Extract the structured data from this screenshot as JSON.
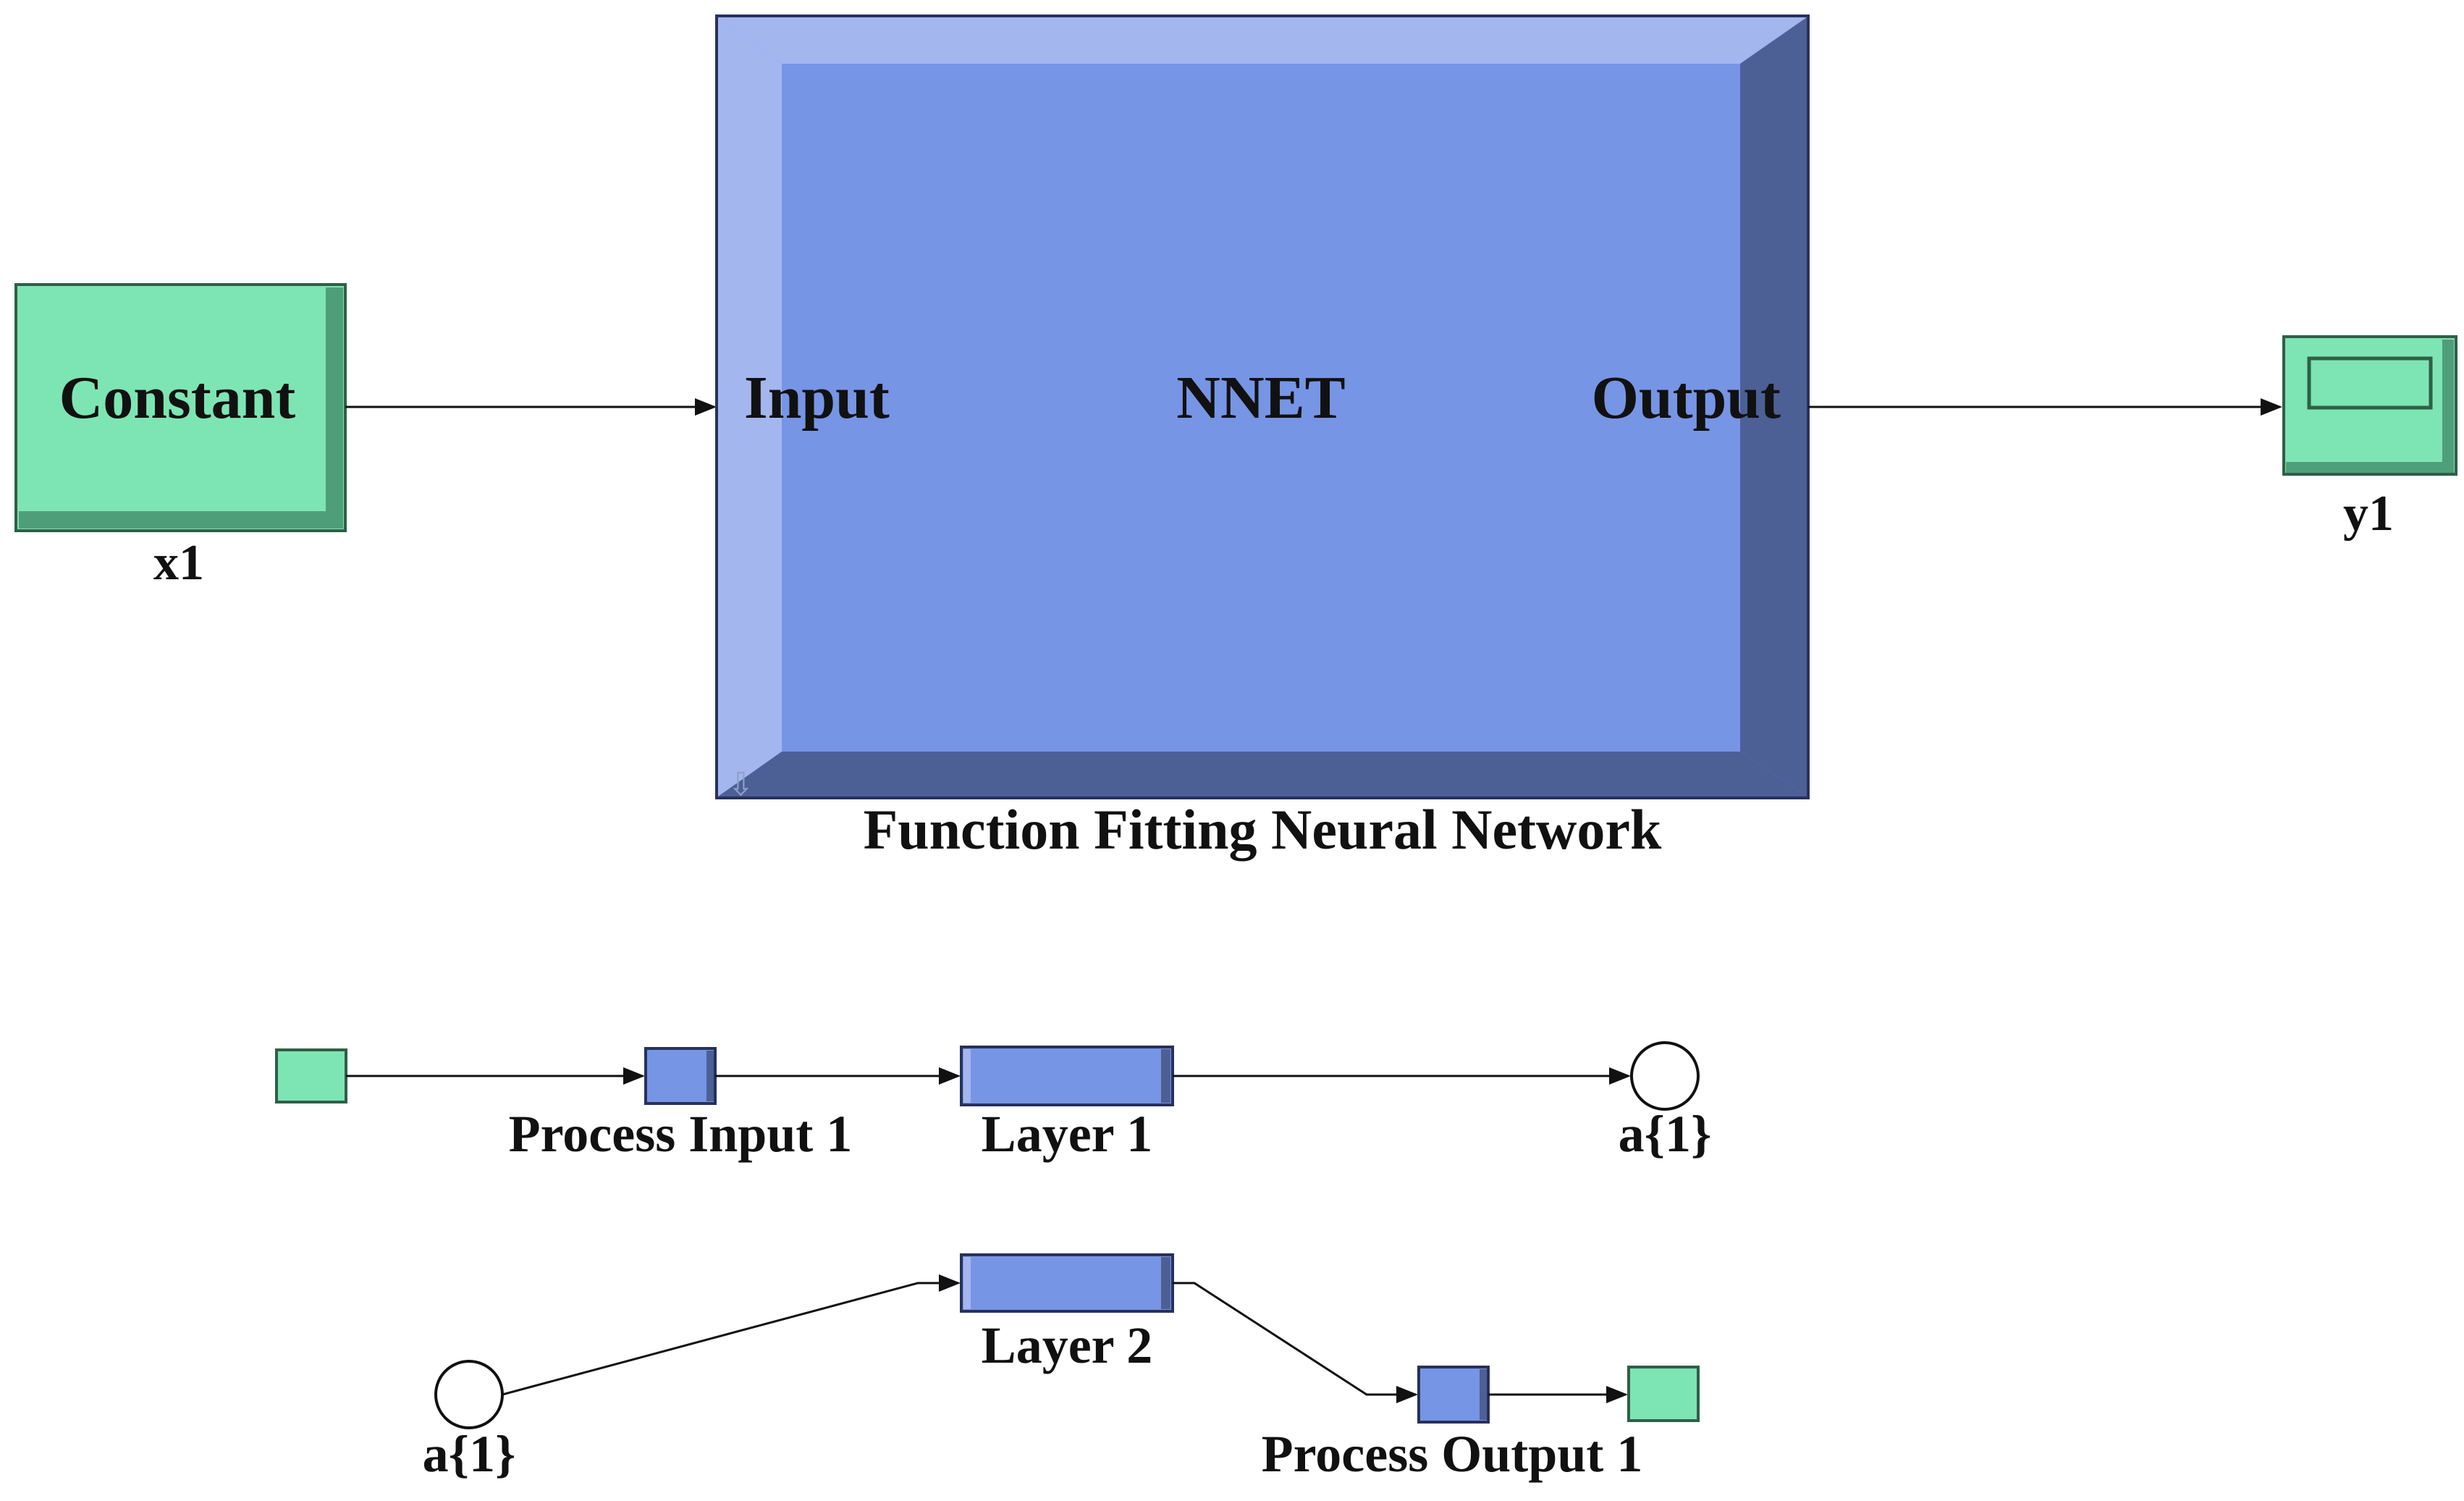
{
  "colors": {
    "block_green": "#7de5b3",
    "block_green_border": "#2f5f47",
    "block_blue": "#7795e5",
    "block_blue_light": "#a4b6ee",
    "block_blue_dark": "#4c6096",
    "block_blue_border": "#27315c",
    "line": "#111111"
  },
  "model": {
    "constant_block": {
      "text": "Constant",
      "caption": "x1"
    },
    "nnet_block": {
      "input_port": "Input",
      "center": "NNET",
      "output_port": "Output",
      "caption": "Function Fitting Neural Network"
    },
    "scope_block": {
      "caption": "y1",
      "icon": "scope-display-icon"
    }
  },
  "subsystem_1": {
    "process_input": "Process Input 1",
    "layer": "Layer 1",
    "output_signal": "a{1}"
  },
  "subsystem_2": {
    "input_signal": "a{1}",
    "layer": "Layer 2",
    "process_output": "Process Output 1"
  }
}
